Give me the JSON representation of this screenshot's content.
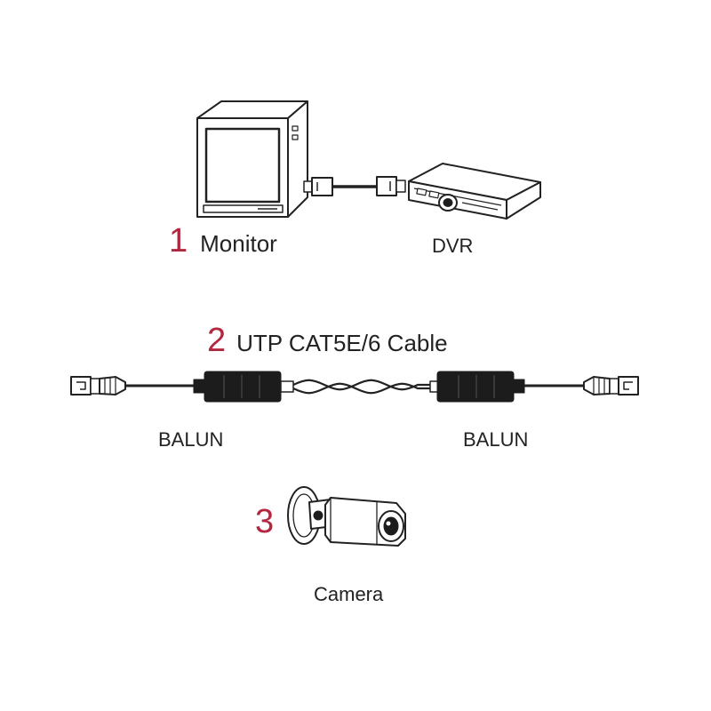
{
  "colors": {
    "number": "#b0273f",
    "stroke": "#222222",
    "fill_dark": "#1c1c1c",
    "fill_light": "#ffffff"
  },
  "section1": {
    "number": "1",
    "monitor_label": "Monitor",
    "dvr_label": "DVR"
  },
  "section2": {
    "number": "2",
    "title": "UTP CAT5E/6 Cable",
    "balun_left_label": "BALUN",
    "balun_right_label": "BALUN"
  },
  "section3": {
    "number": "3",
    "camera_label": "Camera"
  }
}
